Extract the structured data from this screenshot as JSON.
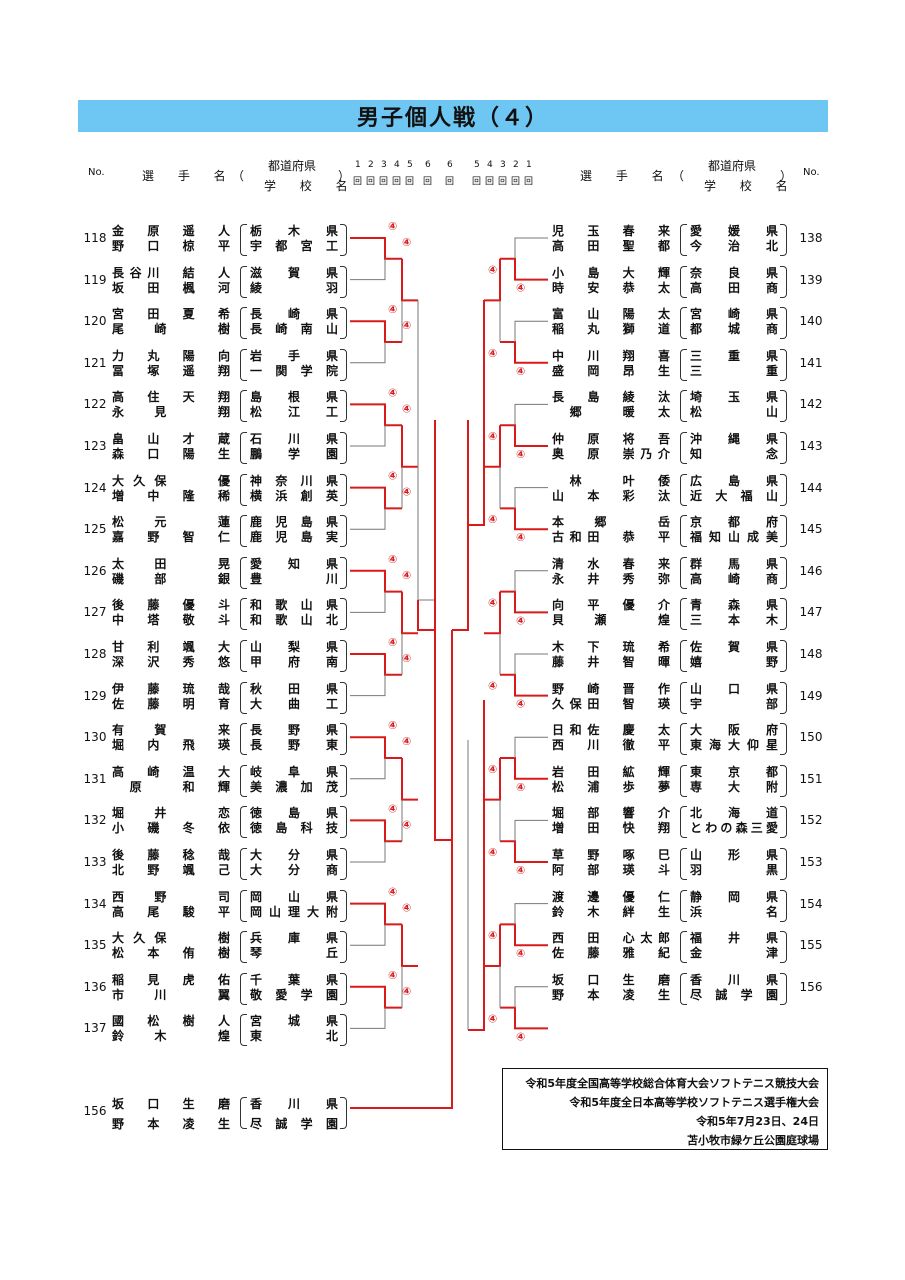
{
  "title": "男子個人戦（４）",
  "header": {
    "no": "No.",
    "player": "選 手 名",
    "pref": "都道府県",
    "school": "学 校 名",
    "paren_open": "（",
    "paren_close": "）",
    "rounds_left": [
      "1",
      "2",
      "3",
      "4",
      "5",
      "6"
    ],
    "rounds_right": [
      "6",
      "5",
      "4",
      "3",
      "2",
      "1"
    ],
    "round_mark": "回"
  },
  "left_entries": [
    {
      "no": "118",
      "names": [
        "金　原　遥　人",
        "野　口　椋　平"
      ],
      "prefs": [
        "栃　木　県",
        "宇 都 宮 工"
      ]
    },
    {
      "no": "119",
      "names": [
        "長谷川　結　人",
        "坂　田　楓　河"
      ],
      "prefs": [
        "滋　賀　県",
        "綾　　　羽"
      ]
    },
    {
      "no": "120",
      "names": [
        "宮　田　夏　希",
        "尾　崎　　樹"
      ],
      "prefs": [
        "長　崎　県",
        "長 崎 南 山"
      ]
    },
    {
      "no": "121",
      "names": [
        "力　丸　陽　向",
        "冨　塚　遥　翔"
      ],
      "prefs": [
        "岩　手　県",
        "一 関 学 院"
      ]
    },
    {
      "no": "122",
      "names": [
        "高　住　天　翔",
        "永　見　　翔"
      ],
      "prefs": [
        "島　根　県",
        "松　江　工"
      ]
    },
    {
      "no": "123",
      "names": [
        "畠　山　才　蔵",
        "森　口　陽　生"
      ],
      "prefs": [
        "石　川　県",
        "鵬　学　園"
      ]
    },
    {
      "no": "124",
      "names": [
        "大久保　　優",
        "増　中　隆　稀"
      ],
      "prefs": [
        "神 奈 川 県",
        "横 浜 創 英"
      ]
    },
    {
      "no": "125",
      "names": [
        "松　元　　蓮",
        "嘉　野　智　仁"
      ],
      "prefs": [
        "鹿 児 島 県",
        "鹿 児 島 実"
      ]
    },
    {
      "no": "126",
      "names": [
        "太　田　　晃",
        "磯　部　　銀"
      ],
      "prefs": [
        "愛　知　県",
        "豊　　　川"
      ]
    },
    {
      "no": "127",
      "names": [
        "後　藤　優　斗",
        "中　塔　敬　斗"
      ],
      "prefs": [
        "和 歌 山 県",
        "和 歌 山 北"
      ]
    },
    {
      "no": "128",
      "names": [
        "甘　利　颯　大",
        "深　沢　秀　悠"
      ],
      "prefs": [
        "山　梨　県",
        "甲　府　南"
      ]
    },
    {
      "no": "129",
      "names": [
        "伊　藤　琉　哉",
        "佐　藤　明　育"
      ],
      "prefs": [
        "秋　田　県",
        "大　曲　工"
      ]
    },
    {
      "no": "130",
      "names": [
        "有　賀　　来",
        "堀　内　飛　瑛"
      ],
      "prefs": [
        "長　野　県",
        "長　野　東"
      ]
    },
    {
      "no": "131",
      "names": [
        "高　崎　温　大",
        "　原　　和　輝"
      ],
      "prefs": [
        "岐　阜　県",
        "美 濃 加 茂"
      ]
    },
    {
      "no": "132",
      "names": [
        "堀　井　　恋",
        "小　磯　冬　依"
      ],
      "prefs": [
        "徳　島　県",
        "徳 島 科 技"
      ]
    },
    {
      "no": "133",
      "names": [
        "後　藤　稔　哉",
        "北　野　颯　己"
      ],
      "prefs": [
        "大　分　県",
        "大　分　商"
      ]
    },
    {
      "no": "134",
      "names": [
        "西　野　　司",
        "高　尾　駿　平"
      ],
      "prefs": [
        "岡　山　県",
        "岡 山 理 大 附"
      ]
    },
    {
      "no": "135",
      "names": [
        "大久保　　樹",
        "松　本　侑　樹"
      ],
      "prefs": [
        "兵　庫　県",
        "琴　　　丘"
      ]
    },
    {
      "no": "136",
      "names": [
        "稲　見　虎　佑",
        "市　川　　翼"
      ],
      "prefs": [
        "千　葉　県",
        "敬 愛 学 園"
      ]
    },
    {
      "no": "137",
      "names": [
        "國　松　樹　人",
        "鈴　木　　煌"
      ],
      "prefs": [
        "宮　城　県",
        "東　　　北"
      ]
    }
  ],
  "bottom_entry": {
    "no": "156",
    "names": [
      "坂　口　生　磨",
      "野　本　凌　生"
    ],
    "prefs": [
      "香　川　県",
      "尽 誠 学 園"
    ]
  },
  "right_entries": [
    {
      "no": "138",
      "names": [
        "児　玉　春　来",
        "高　田　聖　都"
      ],
      "prefs": [
        "愛　媛　県",
        "今　治　北"
      ]
    },
    {
      "no": "139",
      "names": [
        "小　島　大　輝",
        "時　安　恭　太"
      ],
      "prefs": [
        "奈　良　県",
        "高　田　商"
      ]
    },
    {
      "no": "140",
      "names": [
        "富　山　陽　太",
        "稲　丸　獅　道"
      ],
      "prefs": [
        "宮　崎　県",
        "都　城　商"
      ]
    },
    {
      "no": "141",
      "names": [
        "中　川　翔　喜",
        "盛　岡　昂　生"
      ],
      "prefs": [
        "三　重　県",
        "三　　　重"
      ]
    },
    {
      "no": "142",
      "names": [
        "長　島　綾　汰",
        "　郷　　暖　太"
      ],
      "prefs": [
        "埼　玉　県",
        "松　　　山"
      ]
    },
    {
      "no": "143",
      "names": [
        "仲　原　将　吾",
        "奥　原　崇乃介"
      ],
      "prefs": [
        "沖　縄　県",
        "知　　　念"
      ]
    },
    {
      "no": "144",
      "names": [
        "　林　　叶　倭",
        "山　本　彩　汰"
      ],
      "prefs": [
        "広　島　県",
        "近 大 福 山"
      ]
    },
    {
      "no": "145",
      "names": [
        "本　郷　　岳",
        "古和田　恭　平"
      ],
      "prefs": [
        "京　都　府",
        "福 知 山 成 美"
      ]
    },
    {
      "no": "146",
      "names": [
        "清　水　春　来",
        "永　井　秀　弥"
      ],
      "prefs": [
        "群　馬　県",
        "高　崎　商"
      ]
    },
    {
      "no": "147",
      "names": [
        "向　平　優　介",
        "貝　瀬　　煌"
      ],
      "prefs": [
        "青　森　県",
        "三　本　木"
      ]
    },
    {
      "no": "148",
      "names": [
        "木　下　琉　希",
        "藤　井　智　暉"
      ],
      "prefs": [
        "佐　賀　県",
        "嬉　　　野"
      ]
    },
    {
      "no": "149",
      "names": [
        "野　崎　晋　作",
        "久保田　智　瑛"
      ],
      "prefs": [
        "山　口　県",
        "宇　　　部"
      ]
    },
    {
      "no": "150",
      "names": [
        "日和佐　慶　太",
        "西　川　徹　平"
      ],
      "prefs": [
        "大　阪　府",
        "東 海 大 仰 星"
      ]
    },
    {
      "no": "151",
      "names": [
        "岩　田　絋　輝",
        "松　浦　歩　夢"
      ],
      "prefs": [
        "東　京　都",
        "専　大　附"
      ]
    },
    {
      "no": "152",
      "names": [
        "堀　部　響　介",
        "増　田　快　翔"
      ],
      "prefs": [
        "北　海　道",
        "とわの森三愛"
      ]
    },
    {
      "no": "153",
      "names": [
        "草　野　啄　巳",
        "阿　部　瑛　斗"
      ],
      "prefs": [
        "山　形　県",
        "羽　　　黒"
      ]
    },
    {
      "no": "154",
      "names": [
        "渡　邊　優　仁",
        "鈴　木　絆　生"
      ],
      "prefs": [
        "静　岡　県",
        "浜　　　名"
      ]
    },
    {
      "no": "155",
      "names": [
        "西　田　心太郎",
        "佐　藤　雅　紀"
      ],
      "prefs": [
        "福　井　県",
        "金　　　津"
      ]
    },
    {
      "no": "156",
      "names": [
        "坂　口　生　磨",
        "野　本　凌　生"
      ],
      "prefs": [
        "香　川　県",
        "尽 誠 学 園"
      ]
    }
  ],
  "score_symbol": "④",
  "footer": {
    "line1": "令和5年度全国高等学校総合体育大会ソフトテニス競技大会",
    "line2": "令和5年度全日本高等学校ソフトテニス選手権大会",
    "line3": "令和5年7月23日、24日",
    "line4": "苫小牧市緑ケ丘公園庭球場"
  }
}
